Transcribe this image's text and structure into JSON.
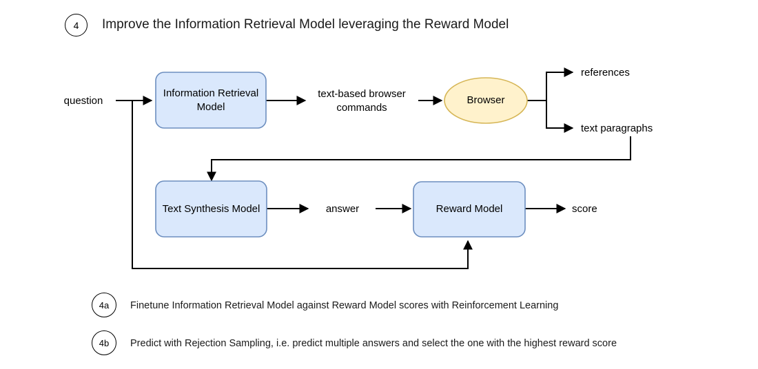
{
  "diagram": {
    "title": "Improve the Information Retrieval Model leveraging the Reward Model",
    "step_badge": "4",
    "accent_blue_fill": "#dae8fc",
    "accent_blue_stroke": "#6c8ebf",
    "accent_yellow_fill": "#fff2cc",
    "accent_yellow_stroke": "#d6b656",
    "line_color": "#000000",
    "nodes": {
      "ir_model": {
        "label": "Information Retrieval\nModel",
        "shape": "rounded-rect"
      },
      "browser": {
        "label": "Browser",
        "shape": "ellipse"
      },
      "text_synthesis": {
        "label": "Text Synthesis Model",
        "shape": "rounded-rect"
      },
      "reward_model": {
        "label": "Reward Model",
        "shape": "rounded-rect"
      }
    },
    "edge_labels": {
      "question": "question",
      "commands": "text-based browser\ncommands",
      "references": "references",
      "text_paragraphs": "text paragraphs",
      "answer": "answer",
      "score": "score"
    },
    "notes": [
      {
        "badge": "4a",
        "text": "Finetune Information Retrieval Model against Reward Model scores with Reinforcement Learning"
      },
      {
        "badge": "4b",
        "text": "Predict with Rejection Sampling, i.e. predict multiple answers and select the one with the highest reward score"
      }
    ]
  }
}
